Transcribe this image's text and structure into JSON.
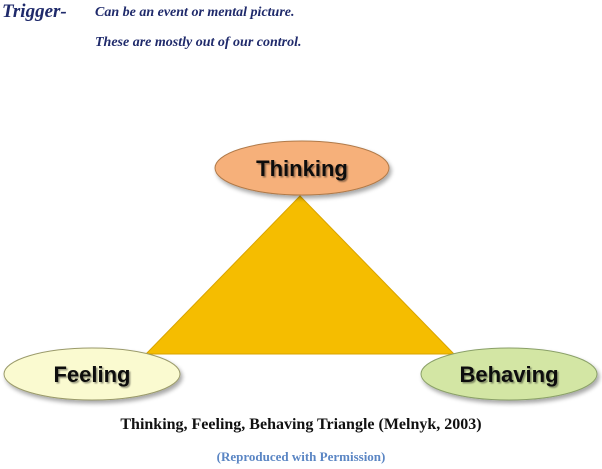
{
  "trigger": {
    "label": "Trigger-",
    "lines": [
      "Can be an event or mental picture.",
      "These are mostly out of our control."
    ]
  },
  "diagram": {
    "nodes": {
      "thinking": {
        "label": "Thinking",
        "fill": "#f6b07a"
      },
      "feeling": {
        "label": "Feeling",
        "fill": "#fafad0"
      },
      "behaving": {
        "label": "Behaving",
        "fill": "#d3e6a4"
      }
    },
    "triangle_fill": "#f5bd00",
    "node_text_color": "#111111"
  },
  "caption": "Thinking, Feeling, Behaving Triangle (Melnyk, 2003)",
  "permission": "(Reproduced with Permission)"
}
